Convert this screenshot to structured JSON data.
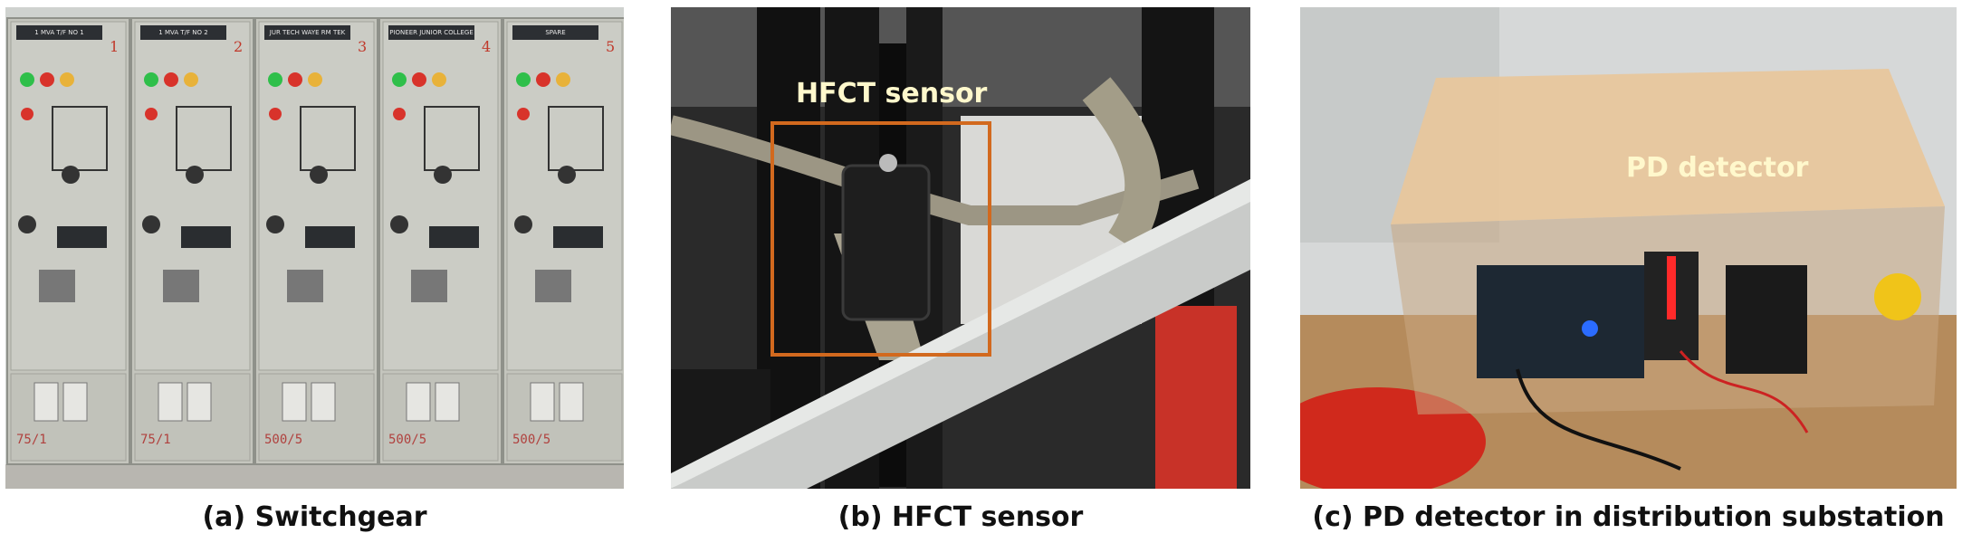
{
  "panels": [
    {
      "caption": "(a) Switchgear",
      "cabinets": [
        {
          "title": "1 MVA T/F NO 1",
          "number": "1",
          "rating": "75/1"
        },
        {
          "title": "1 MVA T/F NO 2",
          "number": "2",
          "rating": "75/1"
        },
        {
          "title": "JUR TECH WAYE RM TEK",
          "number": "3",
          "rating": "500/5"
        },
        {
          "title": "PIONEER JUNIOR COLLEGE",
          "number": "4",
          "rating": "500/5"
        },
        {
          "title": "SPARE",
          "number": "5",
          "rating": "500/5"
        }
      ]
    },
    {
      "caption": "(b) HFCT sensor",
      "label": "HFCT sensor",
      "label_color": "#fff8cc",
      "box_color": "#d2691e"
    },
    {
      "caption": "(c) PD detector in distribution substation",
      "label": "PD detector",
      "label_color": "#fff8cc"
    }
  ]
}
